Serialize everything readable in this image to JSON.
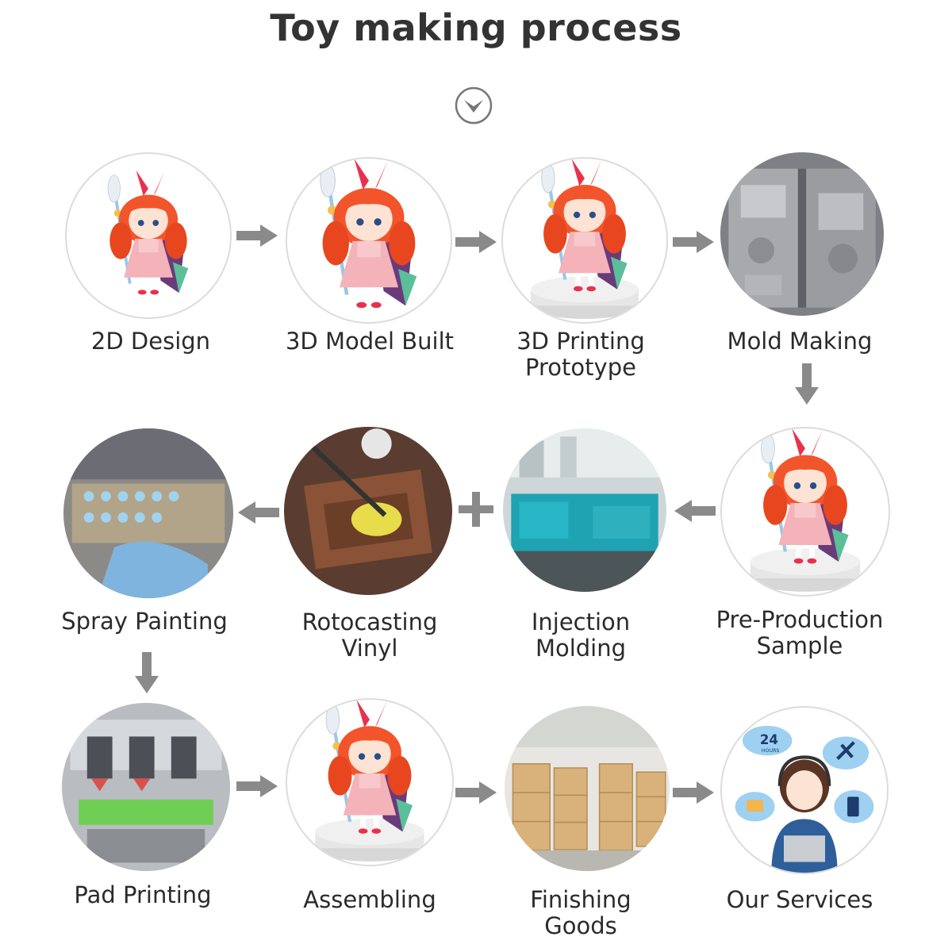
{
  "title": "Toy making process",
  "steps": [
    {
      "label": "2D Design",
      "icon": "character-illustration"
    },
    {
      "label": "3D Model Built",
      "icon": "character-model"
    },
    {
      "label": "3D Printing\nPrototype",
      "icon": "character-figure-on-base"
    },
    {
      "label": "Mold Making",
      "icon": "metal-mold-photo"
    },
    {
      "label": "Pre-Production\nSample",
      "icon": "character-figure-on-base"
    },
    {
      "label": "Injection\nMolding",
      "icon": "injection-machine-photo"
    },
    {
      "label": "Rotocasting\nVinyl",
      "icon": "rotocasting-photo"
    },
    {
      "label": "Spray Painting",
      "icon": "spray-painting-photo"
    },
    {
      "label": "Pad Printing",
      "icon": "pad-printing-photo"
    },
    {
      "label": "Assembling",
      "icon": "character-figure-on-base"
    },
    {
      "label": "Finishing\nGoods",
      "icon": "warehouse-photo"
    },
    {
      "label": "Our Services",
      "icon": "customer-service-illustration"
    }
  ],
  "services_badge": "24",
  "services_badge_sub": "HOURS",
  "colors": {
    "arrow": "#8a8a8a",
    "hair": "#f2552c",
    "dress": "#f4b3b8",
    "base": "#e4e4e4"
  }
}
